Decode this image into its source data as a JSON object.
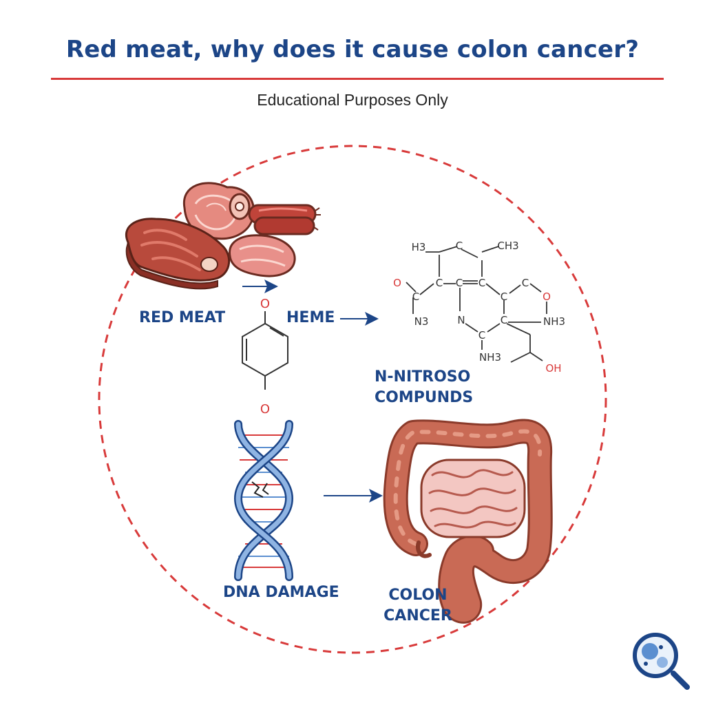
{
  "header": {
    "title": "Red meat, why does it cause colon cancer?",
    "subtitle": "Educational Purposes Only"
  },
  "diagram": {
    "nodes": {
      "red_meat": "RED MEAT",
      "heme": "HEME",
      "n_nitroso_line1": "N-NITROSO",
      "n_nitroso_line2": "COMPUNDS",
      "dna_damage": "DNA DAMAGE",
      "colon_cancer_line1": "COLON",
      "colon_cancer_line2": "CANCER"
    },
    "heme_structure_atoms": {
      "top": "O",
      "bottom": "O"
    },
    "nitroso_structure_atoms": {
      "h3": "H3",
      "ch3": "CH3",
      "c1": "C",
      "c2": "C",
      "c3": "C",
      "c4": "C",
      "c5": "C",
      "c6": "C",
      "c7": "C",
      "c8": "C",
      "c9": "C",
      "o_left": "O",
      "n3": "N3",
      "n_ring": "N",
      "o_ring": "O",
      "nh3_right": "NH3",
      "nh3_bottom": "NH3",
      "oh": "OH"
    }
  },
  "colors": {
    "title": "#1c4587",
    "accent_red": "#d83a3a",
    "meat": "#b84a3c",
    "colon": "#c96a55",
    "dna_blue": "#5b8fd0"
  }
}
